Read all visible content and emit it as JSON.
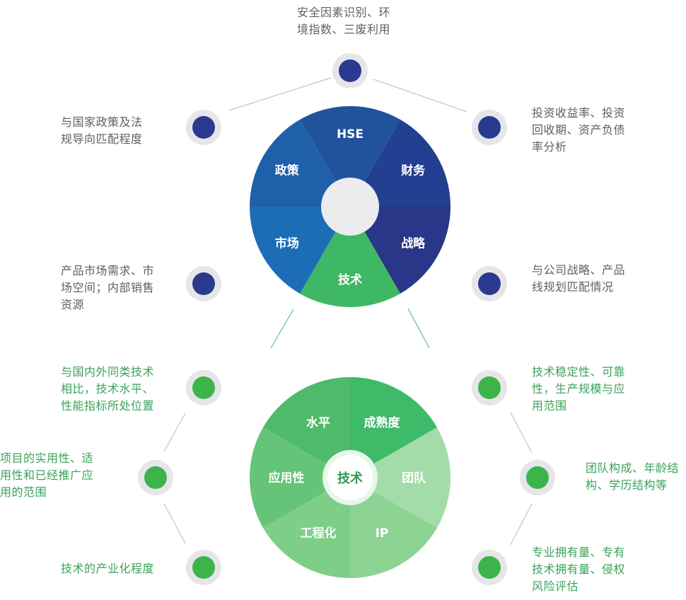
{
  "colors": {
    "blue_dot": "#2a3a8f",
    "green_dot": "#3cb449",
    "ring": "#e6e6e9",
    "connector_gray": "#c4c4c4",
    "connector_green": "#5cc47a",
    "text_gray": "#5f5f5f",
    "text_green": "#3aa15a"
  },
  "top_wheel": {
    "segments": {
      "hse": {
        "label": "HSE",
        "color": "#21539c"
      },
      "finance": {
        "label": "财务",
        "color": "#233f92"
      },
      "strategy": {
        "label": "战略",
        "color": "#2a3688"
      },
      "tech": {
        "label": "技术",
        "color": "#3eb865"
      },
      "market": {
        "label": "市场",
        "color": "#1c6cb6"
      },
      "policy": {
        "label": "政策",
        "color": "#1f60aa"
      }
    }
  },
  "bottom_wheel": {
    "center_label": "技术",
    "segments": {
      "maturity": {
        "label": "成熟度",
        "color": "#3fba69"
      },
      "team": {
        "label": "团队",
        "color": "#a3dca8"
      },
      "ip": {
        "label": "IP",
        "color": "#8dd494"
      },
      "engineering": {
        "label": "工程化",
        "color": "#7fce88"
      },
      "applicability": {
        "label": "应用性",
        "color": "#66c479"
      },
      "level": {
        "label": "水平",
        "color": "#4eba6a"
      }
    }
  },
  "annotations": {
    "hse": [
      "安全因素识别、环",
      "境指数、三废利用"
    ],
    "policy": [
      "与国家政策及法",
      "规导向匹配程度"
    ],
    "finance": [
      "投资收益率、投资",
      "回收期、资产负债",
      "率分析"
    ],
    "market": [
      "产品市场需求、市",
      "场空间；内部销售",
      "资源"
    ],
    "strategy": [
      "与公司战略、产品",
      "线规划匹配情况"
    ],
    "level": [
      "与国内外同类技术",
      "相比，技术水平、",
      "性能指标所处位置"
    ],
    "maturity": [
      "技术稳定性、可靠",
      "性，生产规模与应",
      "用范围"
    ],
    "applicability": [
      "项目的实用性、适",
      "用性和已经推广应",
      "用的范围"
    ],
    "team": [
      "团队构成、年龄结",
      "构、学历结构等"
    ],
    "engineering": [
      "技术的产业化程度"
    ],
    "ip": [
      "专业拥有量、专有",
      "技术拥有量、侵权",
      "风险评估"
    ]
  }
}
